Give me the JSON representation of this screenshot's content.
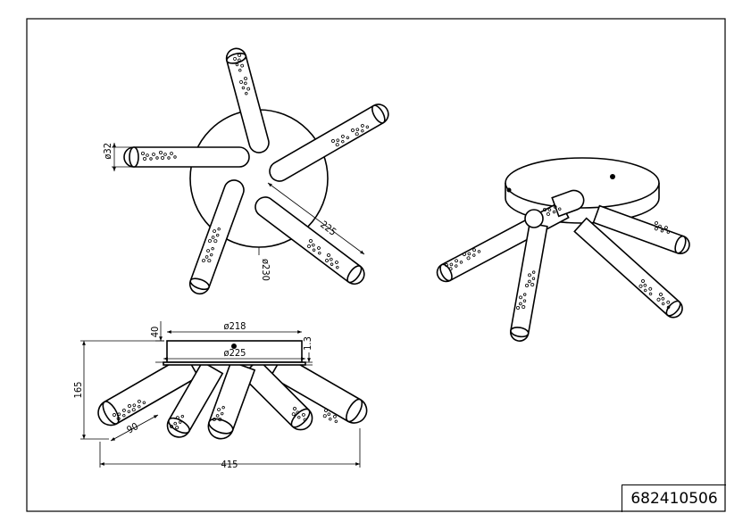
{
  "drawing": {
    "article_number": "682410506",
    "dimensions": {
      "tube_diameter": "ø32",
      "tube_length": "225",
      "base_diameter_top": "ø230",
      "height_base": "40",
      "base_diameter_side": "ø218",
      "base_flange": "1.3",
      "base_diameter_inner": "ø225",
      "total_height": "165",
      "tube_offset": "90",
      "total_width": "415"
    }
  }
}
